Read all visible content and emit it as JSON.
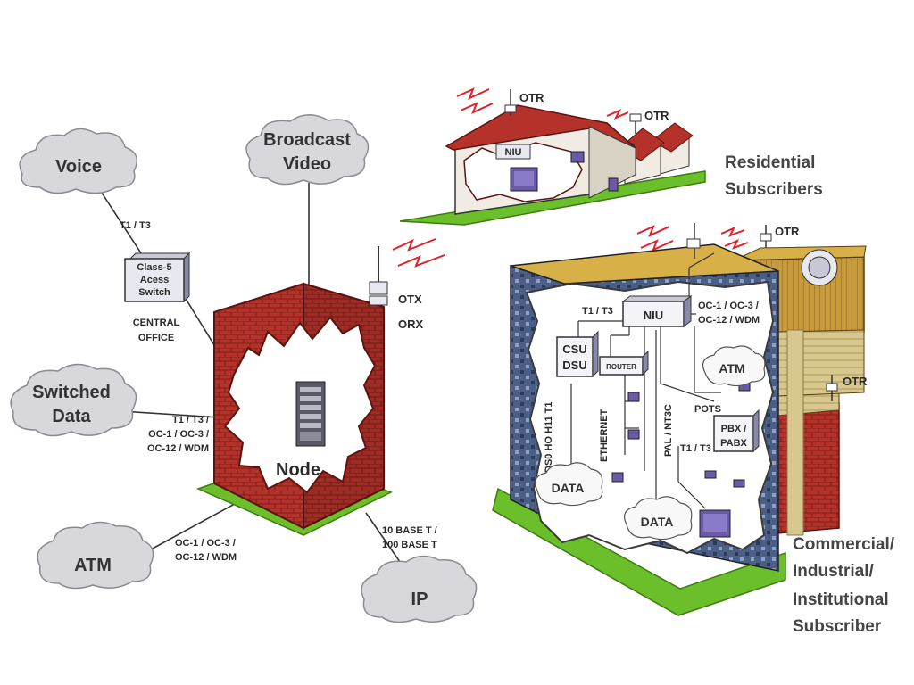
{
  "colors": {
    "brick": "#b5322a",
    "brick_dark": "#7e1f18",
    "grass": "#6bbf2a",
    "cloud": "#d8d8dc",
    "lightning": "#e0202a",
    "equipment": "#6a5aa8"
  },
  "clouds": {
    "voice": "Voice",
    "broadcast": [
      "Broadcast",
      "Video"
    ],
    "switched_data": [
      "Switched",
      "Data"
    ],
    "atm": "ATM",
    "ip": "IP",
    "data_left": "DATA",
    "data_right": "DATA",
    "atm_inside": "ATM"
  },
  "central_office": {
    "box": [
      "Class-5",
      "Acess",
      "Switch"
    ],
    "caption": [
      "CENTRAL",
      "OFFICE"
    ]
  },
  "links": {
    "voice": "T1 / T3",
    "switched_data": [
      "T1 / T3 /",
      "OC-1 / OC-3 /",
      "OC-12 / WDM"
    ],
    "atm": [
      "OC-1 / OC-3 /",
      "OC-12 / WDM"
    ],
    "ip": [
      "10 BASE T /",
      "100 BASE T"
    ]
  },
  "node": {
    "label": "Node",
    "otx": "OTX",
    "orx": "ORX"
  },
  "residential": {
    "otr_1": "OTR",
    "otr_2": "OTR",
    "niu": "NIU",
    "title": [
      "Residential",
      "Subscribers"
    ]
  },
  "commercial": {
    "otr_top": "OTR",
    "otr_side": "OTR",
    "niu": "NIU",
    "t1t3_top": "T1 / T3",
    "oc_link": [
      "OC-1 / OC-3 /",
      "OC-12 / WDM"
    ],
    "csu": [
      "CSU",
      "DSU"
    ],
    "router": "ROUTER",
    "pbx": [
      "PBX /",
      "PABX"
    ],
    "t1t3_pbx": "T1 / T3",
    "pots": "POTS",
    "v_ds0": "DS0 HO H11 T1",
    "v_ethernet": "ETHERNET",
    "v_pal": "PAL / NT3C",
    "title": [
      "Commercial/",
      "Industrial/",
      "Institutional",
      "Subscriber"
    ]
  }
}
